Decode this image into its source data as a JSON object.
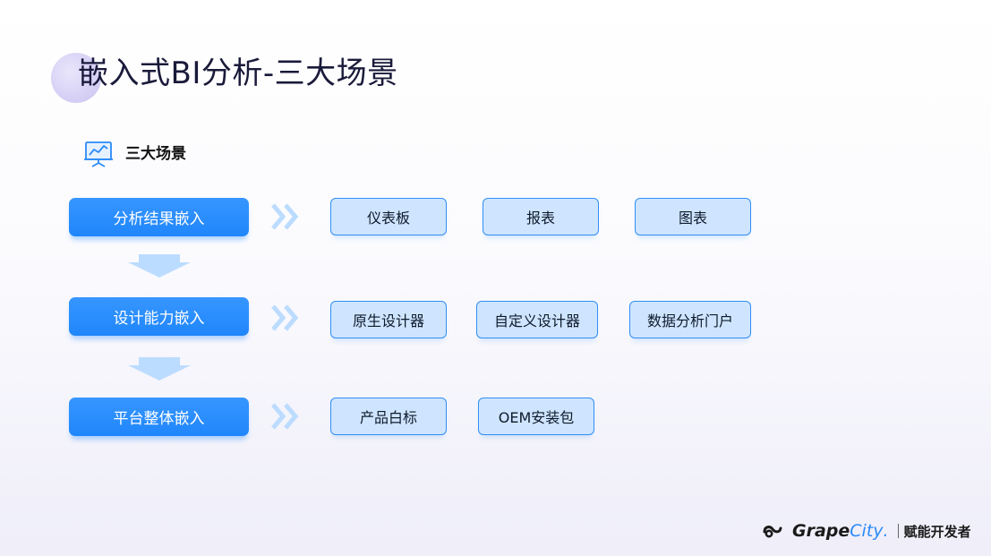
{
  "title": "嵌入式BI分析-三大场景",
  "section": {
    "label": "三大场景",
    "icon": "presentation-chart-icon"
  },
  "rows": [
    {
      "category": "分析结果嵌入",
      "items": [
        "仪表板",
        "报表",
        "图表"
      ]
    },
    {
      "category": "设计能力嵌入",
      "items": [
        "原生设计器",
        "自定义设计器",
        "数据分析门户"
      ]
    },
    {
      "category": "平台整体嵌入",
      "items": [
        "产品白标",
        "OEM安装包"
      ]
    }
  ],
  "brand": {
    "name_part1": "Grape",
    "name_part2": "City",
    "trademark": ".",
    "slogan": "赋能开发者"
  },
  "colors": {
    "primary": "#1f86fb",
    "item_fill": "#cfe5ff",
    "item_border": "#2f8ef5",
    "arrow": "#bcdcff",
    "title": "#1a1a3a"
  }
}
